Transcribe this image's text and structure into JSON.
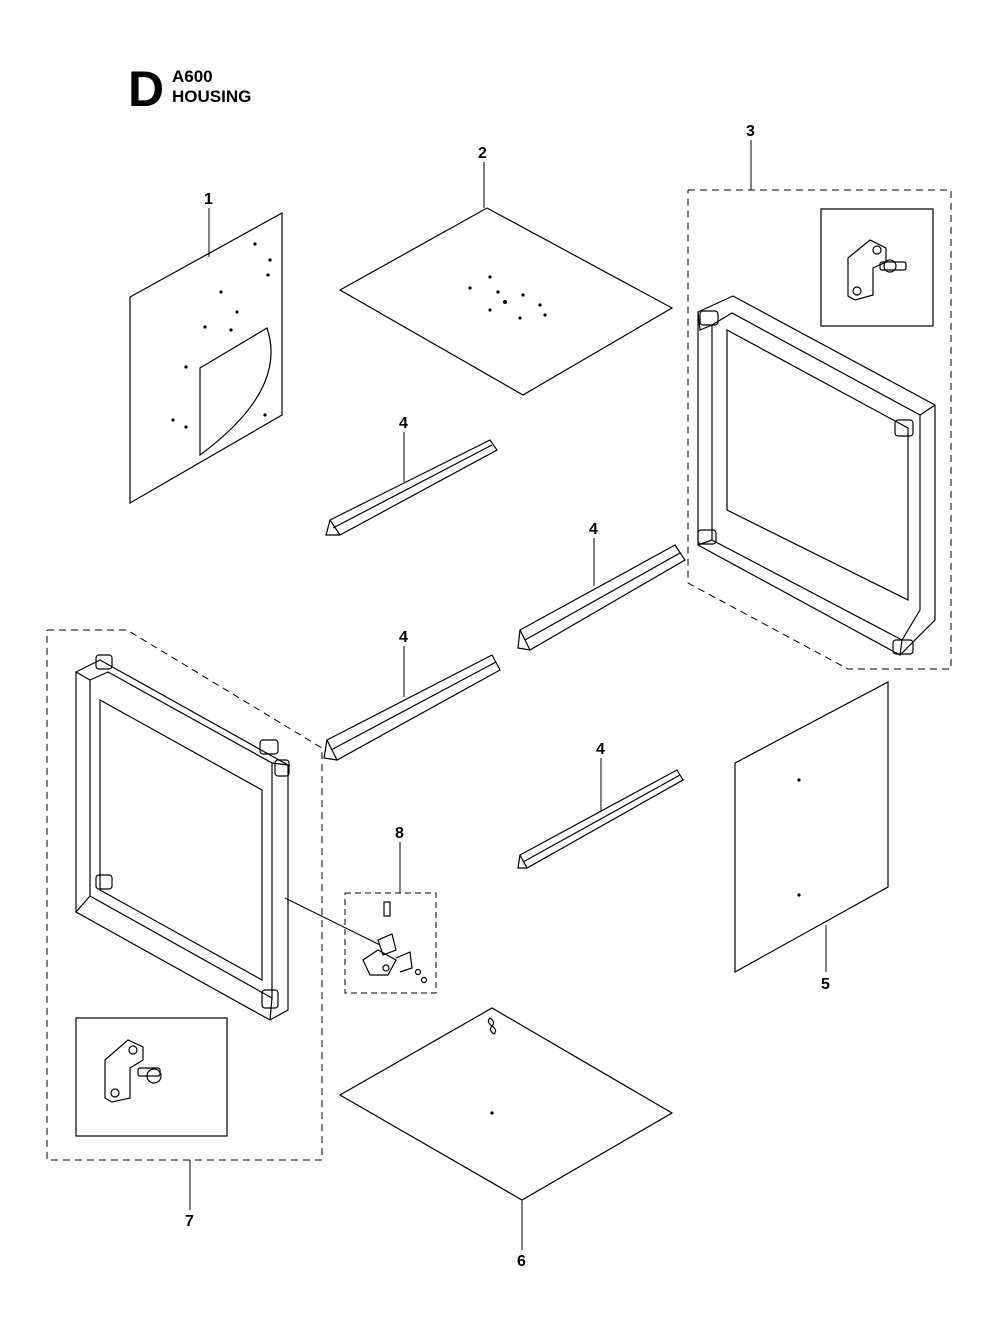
{
  "header": {
    "section_letter": "D",
    "model": "A600",
    "title": "HOUSING"
  },
  "callouts": {
    "c1": "1",
    "c2": "2",
    "c3": "3",
    "c4a": "4",
    "c4b": "4",
    "c4c": "4",
    "c4d": "4",
    "c5": "5",
    "c6": "6",
    "c7": "7",
    "c8": "8"
  }
}
